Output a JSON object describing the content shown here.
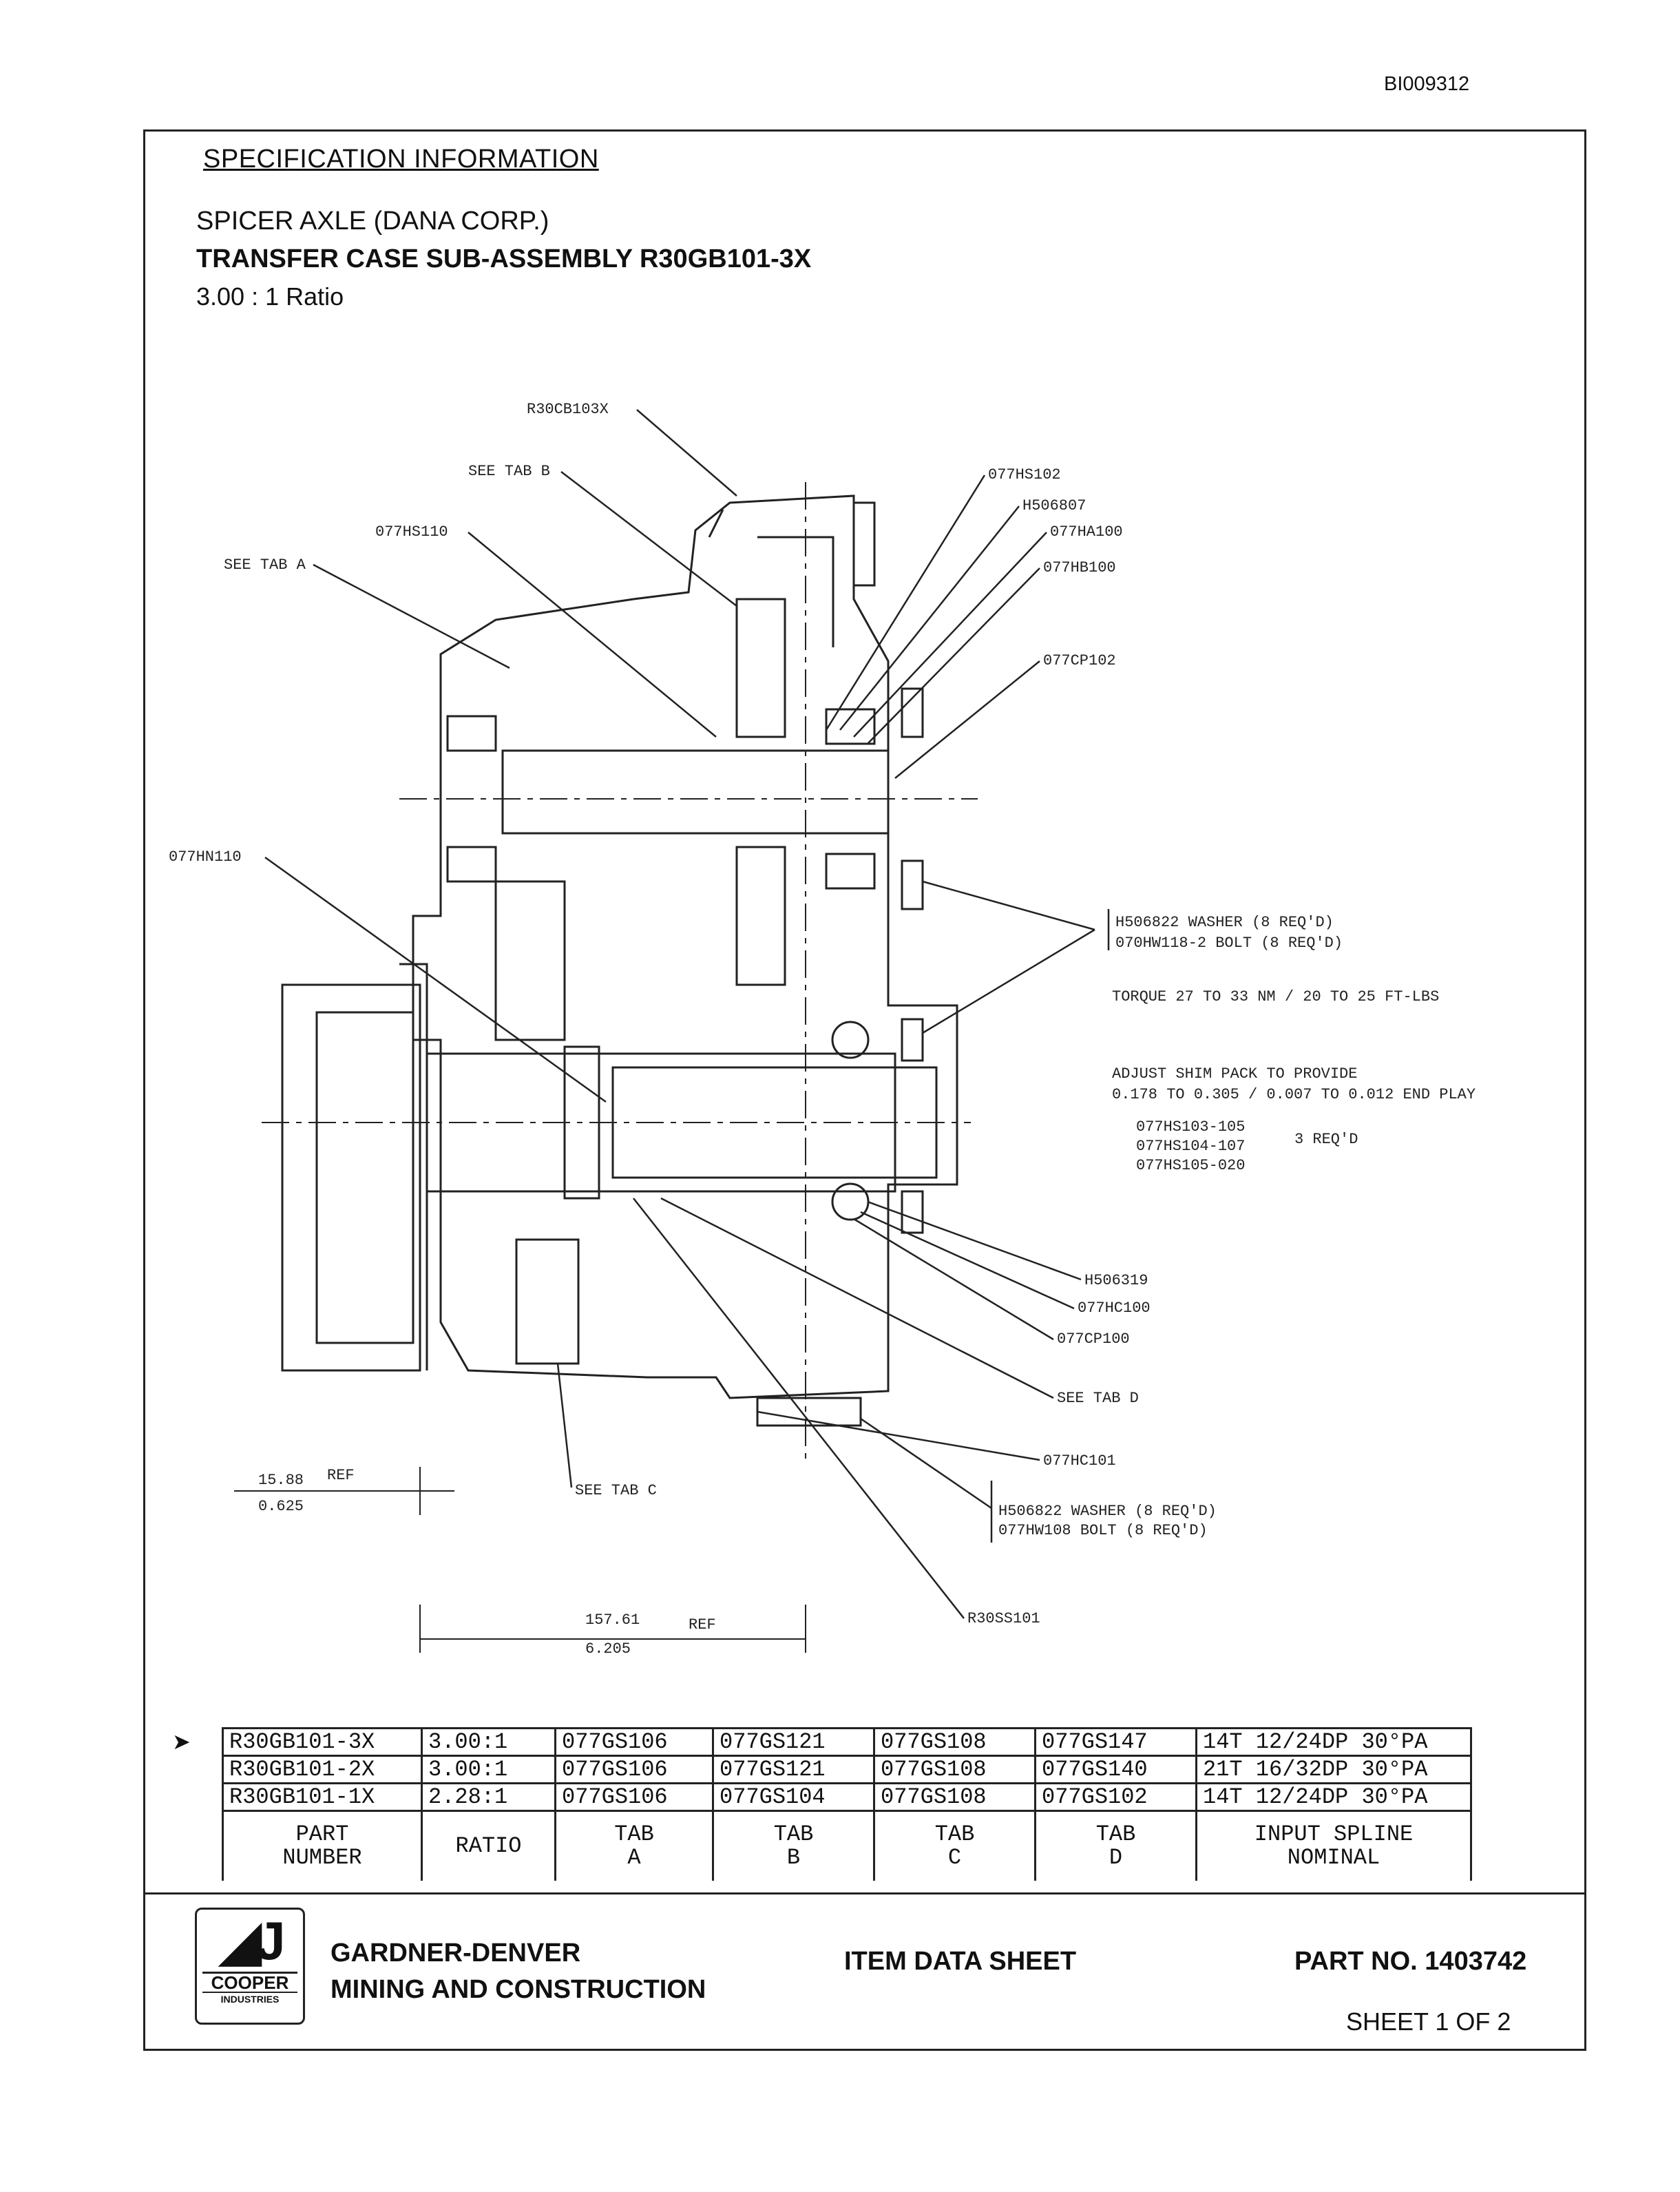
{
  "document_id": "BI009312",
  "spec_heading": "SPECIFICATION INFORMATION",
  "manufacturer": "SPICER AXLE (DANA CORP.)",
  "assembly_title": "TRANSFER CASE SUB-ASSEMBLY R30GB101-3X",
  "ratio_line": "3.00 : 1 Ratio",
  "callouts": {
    "r30cb103x": "R30CB103X",
    "see_tab_b": "SEE TAB B",
    "hs110": "077HS110",
    "see_tab_a": "SEE TAB A",
    "hs102": "077HS102",
    "h506807": "H506807",
    "ha100": "077HA100",
    "hb100": "077HB100",
    "cp102": "077CP102",
    "hn110": "077HN110",
    "washer_top": "H506822 WASHER (8 REQ'D)",
    "bolt_top": "070HW118-2 BOLT (8 REQ'D)",
    "torque": "TORQUE 27 TO 33 NM / 20 TO 25 FT-LBS",
    "shim_1": "ADJUST SHIM PACK TO PROVIDE",
    "shim_2": "0.178 TO 0.305 / 0.007 TO 0.012 END PLAY",
    "shim_a": "077HS103-105",
    "shim_b": "077HS104-107",
    "shim_c": "077HS105-020",
    "shim_req": "3 REQ'D",
    "h506319": "H506319",
    "hc100": "077HC100",
    "cp100": "077CP100",
    "see_tab_d": "SEE TAB D",
    "hc101": "077HC101",
    "see_tab_c": "SEE TAB C",
    "washer_bot": "H506822 WASHER (8 REQ'D)",
    "bolt_bot": "077HW108 BOLT (8 REQ'D)",
    "r30ss101": "R30SS101"
  },
  "dimensions": {
    "left_metric": "15.88",
    "left_ref": "REF",
    "left_inch": "0.625",
    "bottom_metric": "157.61",
    "bottom_ref": "REF",
    "bottom_inch": "6.205"
  },
  "table": {
    "headers": [
      [
        "PART",
        "NUMBER"
      ],
      [
        "RATIO",
        ""
      ],
      [
        "TAB",
        "A"
      ],
      [
        "TAB",
        "B"
      ],
      [
        "TAB",
        "C"
      ],
      [
        "TAB",
        "D"
      ],
      [
        "INPUT SPLINE",
        "NOMINAL"
      ]
    ],
    "rows": [
      [
        "R30GB101-3X",
        "3.00:1",
        "077GS106",
        "077GS121",
        "077GS108",
        "077GS147",
        "14T 12/24DP 30°PA"
      ],
      [
        "R30GB101-2X",
        "3.00:1",
        "077GS106",
        "077GS121",
        "077GS108",
        "077GS140",
        "21T 16/32DP 30°PA"
      ],
      [
        "R30GB101-1X",
        "2.28:1",
        "077GS106",
        "077GS104",
        "077GS108",
        "077GS102",
        "14T 12/24DP 30°PA"
      ]
    ]
  },
  "footer": {
    "logo_main": "COOPER",
    "logo_sub": "INDUSTRIES",
    "company_line1": "GARDNER-DENVER",
    "company_line2": "MINING AND CONSTRUCTION",
    "sheet_type": "ITEM DATA SHEET",
    "part_no": "PART NO. 1403742",
    "sheet_no": "SHEET 1 OF 2"
  },
  "icons": {
    "row_pointer": "arrow-right-icon",
    "logo": "cooper-logo-icon"
  }
}
